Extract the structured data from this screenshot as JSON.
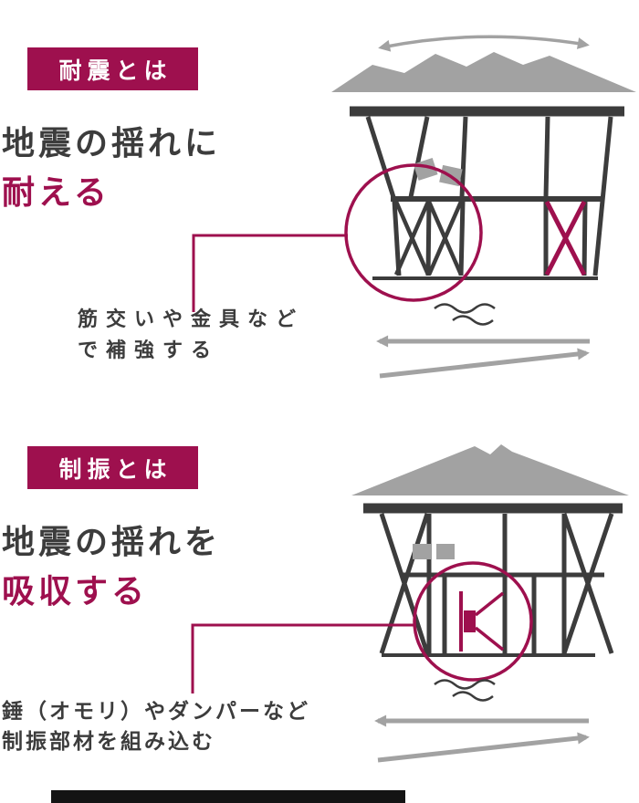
{
  "colors": {
    "accent": "#9e104e",
    "text_dark": "#3c3c3c",
    "gray": "#a2a2a2",
    "bottom_bar": "#141414"
  },
  "sections": [
    {
      "id": "taishin",
      "badge": "耐震とは",
      "heading_plain": "地震の揺れに",
      "heading_accent": "耐える",
      "caption_line1": "筋交いや金具など",
      "caption_line2": "で補強する",
      "icons": [
        "sway-double-arrow-icon",
        "roof-icon",
        "frame-x-brace-icon",
        "highlight-circle-icon",
        "ground-wave-icon",
        "ground-motion-arrow-left-icon",
        "ground-motion-arrow-right-icon"
      ]
    },
    {
      "id": "seishin",
      "badge": "制振とは",
      "heading_plain": "地震の揺れを",
      "heading_accent": "吸収する",
      "caption_line1": "錘（オモリ）やダンパーなど",
      "caption_line2": "制振部材を組み込む",
      "icons": [
        "roof-icon",
        "frame-x-brace-icon",
        "damper-icon",
        "highlight-circle-icon",
        "ground-wave-icon",
        "ground-motion-arrow-left-icon",
        "ground-motion-arrow-right-icon"
      ]
    }
  ]
}
